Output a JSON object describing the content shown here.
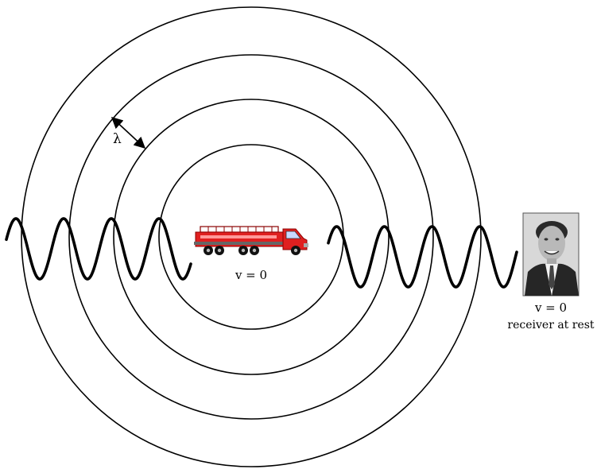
{
  "diagram": {
    "source_label": "v = 0",
    "receiver_velocity_label": "v = 0",
    "receiver_caption": "receiver at rest",
    "wavelength_symbol": "λ",
    "source_icon": "fire-truck",
    "receiver_icon": "man-portrait",
    "colors": {
      "truck_body": "#e02020",
      "truck_dark": "#8a0000",
      "wave": "#000000",
      "circle": "#000000"
    }
  }
}
